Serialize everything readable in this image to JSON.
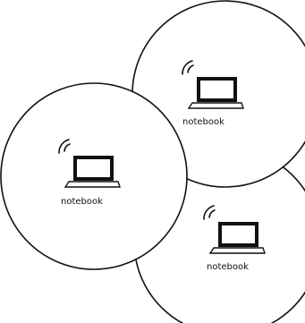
{
  "diagram": {
    "nodes": [
      {
        "label": "notebook",
        "icon": "laptop-wifi-icon"
      },
      {
        "label": "notebook",
        "icon": "laptop-wifi-icon"
      },
      {
        "label": "notebook",
        "icon": "laptop-wifi-icon"
      }
    ],
    "colors": {
      "stroke": "#111111",
      "background": "#ffffff"
    }
  }
}
